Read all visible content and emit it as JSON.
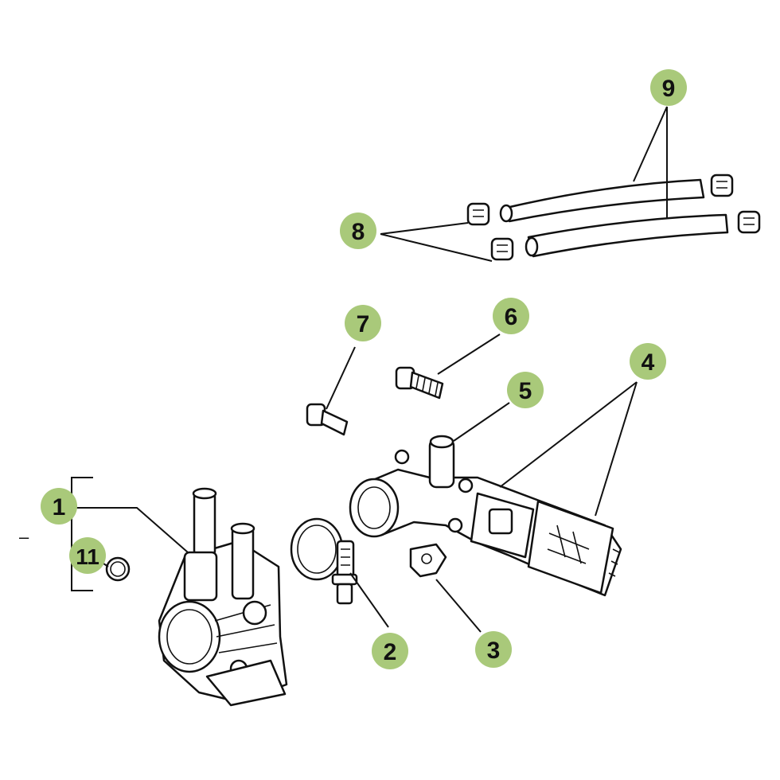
{
  "diagram": {
    "callouts": [
      {
        "id": "1",
        "label": "1"
      },
      {
        "id": "2",
        "label": "2"
      },
      {
        "id": "3",
        "label": "3"
      },
      {
        "id": "4",
        "label": "4"
      },
      {
        "id": "5",
        "label": "5"
      },
      {
        "id": "6",
        "label": "6"
      },
      {
        "id": "7",
        "label": "7"
      },
      {
        "id": "8",
        "label": "8"
      },
      {
        "id": "9",
        "label": "9"
      },
      {
        "id": "11",
        "label": "11"
      }
    ],
    "dash_mark": "–",
    "colors": {
      "badge": "#a9c97a",
      "line": "#111111"
    }
  }
}
